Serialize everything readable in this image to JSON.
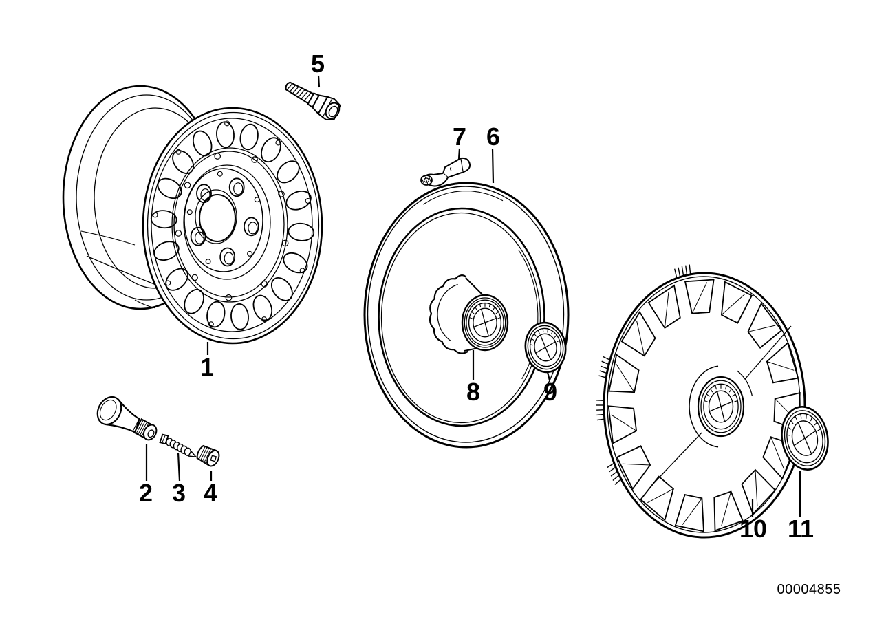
{
  "diagram": {
    "id_number": "00004855",
    "callouts": [
      {
        "label": "1"
      },
      {
        "label": "2"
      },
      {
        "label": "3"
      },
      {
        "label": "4"
      },
      {
        "label": "5"
      },
      {
        "label": "6"
      },
      {
        "label": "7"
      },
      {
        "label": "8"
      },
      {
        "label": "9"
      },
      {
        "label": "10"
      },
      {
        "label": "11"
      }
    ]
  }
}
